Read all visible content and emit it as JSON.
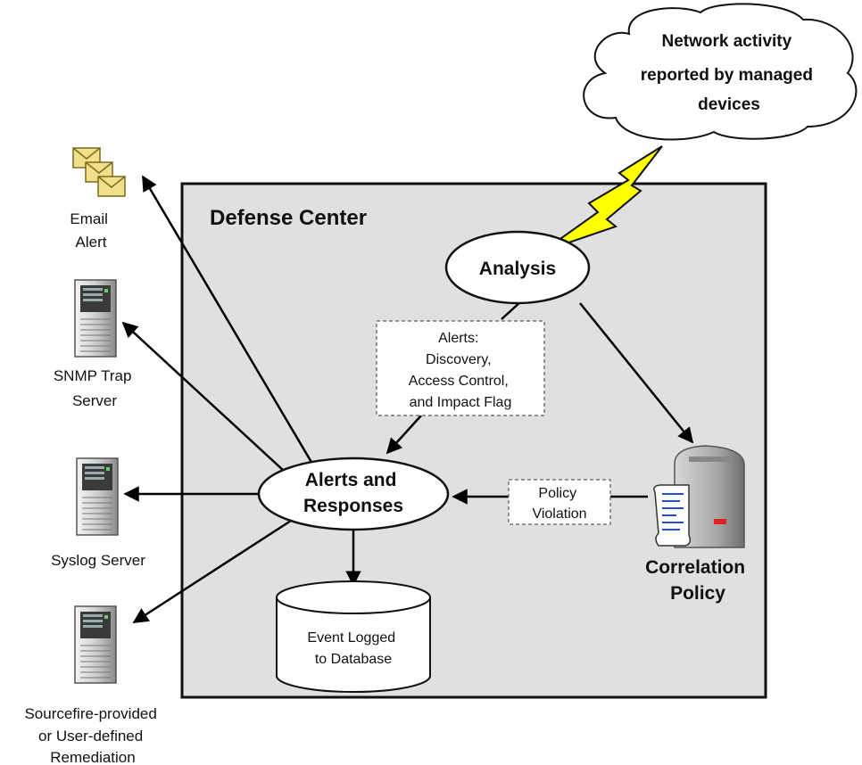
{
  "defense_center": {
    "title": "Defense Center"
  },
  "cloud": {
    "lines": [
      "Network activity",
      "reported by managed",
      "devices"
    ]
  },
  "analysis": {
    "label": "Analysis"
  },
  "alerts_responses": {
    "lines": [
      "Alerts and",
      "Responses"
    ]
  },
  "alerts_note": {
    "lines": [
      "Alerts:",
      "Discovery,",
      "Access Control,",
      "and Impact Flag"
    ]
  },
  "policy_violation": {
    "lines": [
      "Policy",
      "Violation"
    ]
  },
  "database": {
    "lines": [
      "Event Logged",
      "to Database"
    ]
  },
  "correlation_policy": {
    "lines": [
      "Correlation",
      "Policy"
    ]
  },
  "outputs": {
    "email": {
      "lines": [
        "Email",
        "Alert"
      ]
    },
    "snmp": {
      "lines": [
        "SNMP Trap",
        "Server"
      ]
    },
    "syslog": {
      "lines": [
        "Syslog Server"
      ]
    },
    "remediation": {
      "lines": [
        "Sourcefire-provided",
        "or User-defined",
        "Remediation"
      ]
    }
  },
  "colors": {
    "defense_center_fill": "#e0e0e0",
    "lightning": "#ffff00",
    "note_border": "#777777",
    "server_dark": "#3a3a3a",
    "envelope": "#f0e08a"
  },
  "icons": [
    "email-envelope-icon",
    "server-icon",
    "policy-server-icon",
    "scroll-icon",
    "lightning-icon",
    "cloud-icon",
    "database-icon"
  ]
}
